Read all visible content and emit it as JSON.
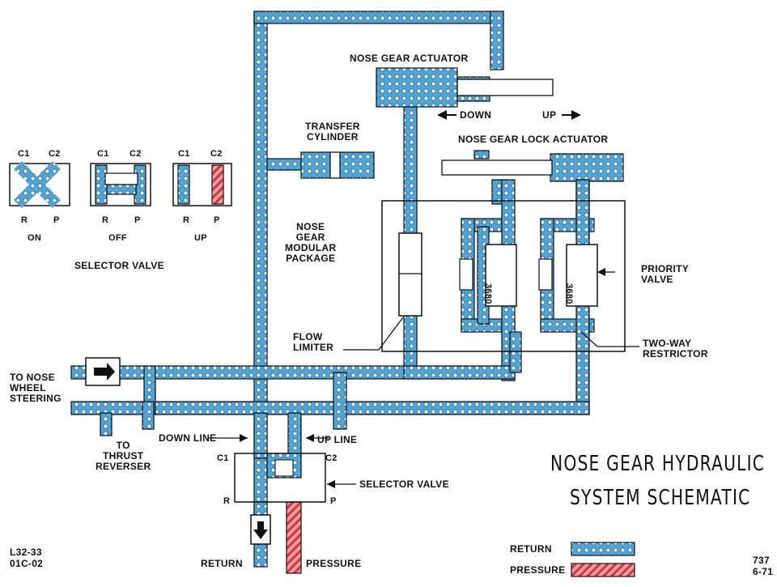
{
  "title": {
    "line1": "NOSE GEAR HYDRAULIC",
    "line2": "SYSTEM SCHEMATIC"
  },
  "labels": {
    "nose_gear_actuator": "NOSE GEAR ACTUATOR",
    "down": "DOWN",
    "up": "UP",
    "transfer_cylinder": "TRANSFER\nCYLINDER",
    "nose_gear_lock_actuator": "NOSE GEAR LOCK ACTUATOR",
    "nose_gear_modular_package": "NOSE\nGEAR\nMODULAR\nPACKAGE",
    "priority_valve": "PRIORITY\nVALVE",
    "flow_limiter": "FLOW\nLIMITER",
    "two_way_restrictor": "TWO-WAY\nRESTRICTOR",
    "to_nose_wheel_steering": "TO NOSE\nWHEEL\nSTEERING",
    "to_thrust_reverser": "TO\nTHRUST\nREVERSER",
    "down_line": "DOWN LINE",
    "up_line": "UP LINE",
    "selector_valve_main": "SELECTOR VALVE",
    "c1": "C1",
    "c2": "C2",
    "r": "R",
    "p": "P",
    "return_label": "RETURN",
    "pressure_label": "PRESSURE",
    "valve_code": "3680"
  },
  "selector_states": {
    "caption": "SELECTOR VALVE",
    "positions": [
      {
        "name": "ON",
        "c1": "C1",
        "c2": "C2",
        "r": "R",
        "p": "P"
      },
      {
        "name": "OFF",
        "c1": "C1",
        "c2": "C2",
        "r": "R",
        "p": "P"
      },
      {
        "name": "UP",
        "c1": "C1",
        "c2": "C2",
        "r": "R",
        "p": "P"
      }
    ]
  },
  "legend": [
    {
      "label": "RETURN",
      "color": "#4fa6d8"
    },
    {
      "label": "PRESSURE",
      "color": "#d9323c"
    }
  ],
  "footer": {
    "left_line1": "L32-33",
    "left_line2": "01C-02",
    "right_line1": "737",
    "right_line2": "6-71"
  },
  "colors": {
    "return": "#4fa6d8",
    "pressure": "#d9323c",
    "outline": "#111111"
  }
}
